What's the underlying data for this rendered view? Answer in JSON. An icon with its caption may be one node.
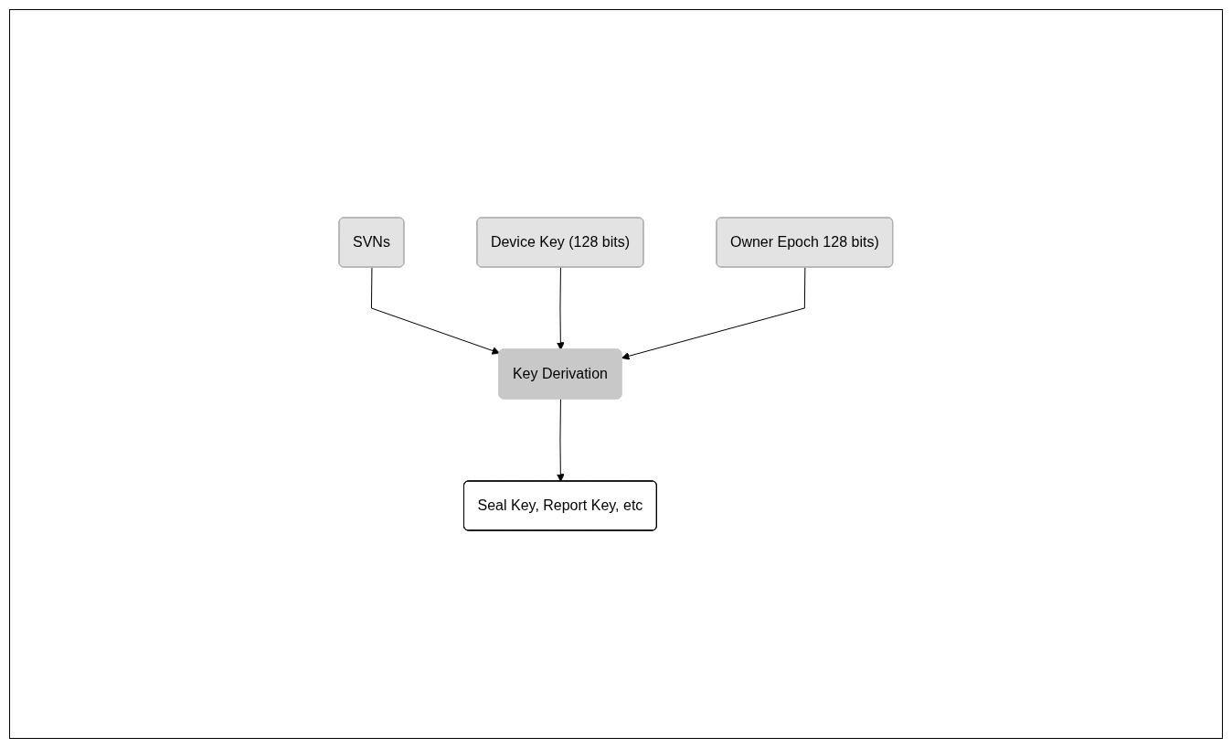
{
  "diagram": {
    "nodes": [
      {
        "text": [
          "SVNs"
        ]
      },
      {
        "text": [
          "Device Key (128 bits)"
        ]
      },
      {
        "text": [
          "Owner Epoch 128 bits)"
        ]
      },
      {
        "text": [
          "Key Derivation"
        ]
      },
      {
        "text": [
          "Seal Key, Report Key, etc"
        ]
      }
    ],
    "edges": [
      {
        "from": 0,
        "to": 3,
        "arrow": "to"
      },
      {
        "from": 1,
        "to": 3,
        "arrow": "to"
      },
      {
        "from": 2,
        "to": 3,
        "arrow": "to"
      },
      {
        "from": 3,
        "to": 4,
        "arrow": "to"
      }
    ]
  }
}
